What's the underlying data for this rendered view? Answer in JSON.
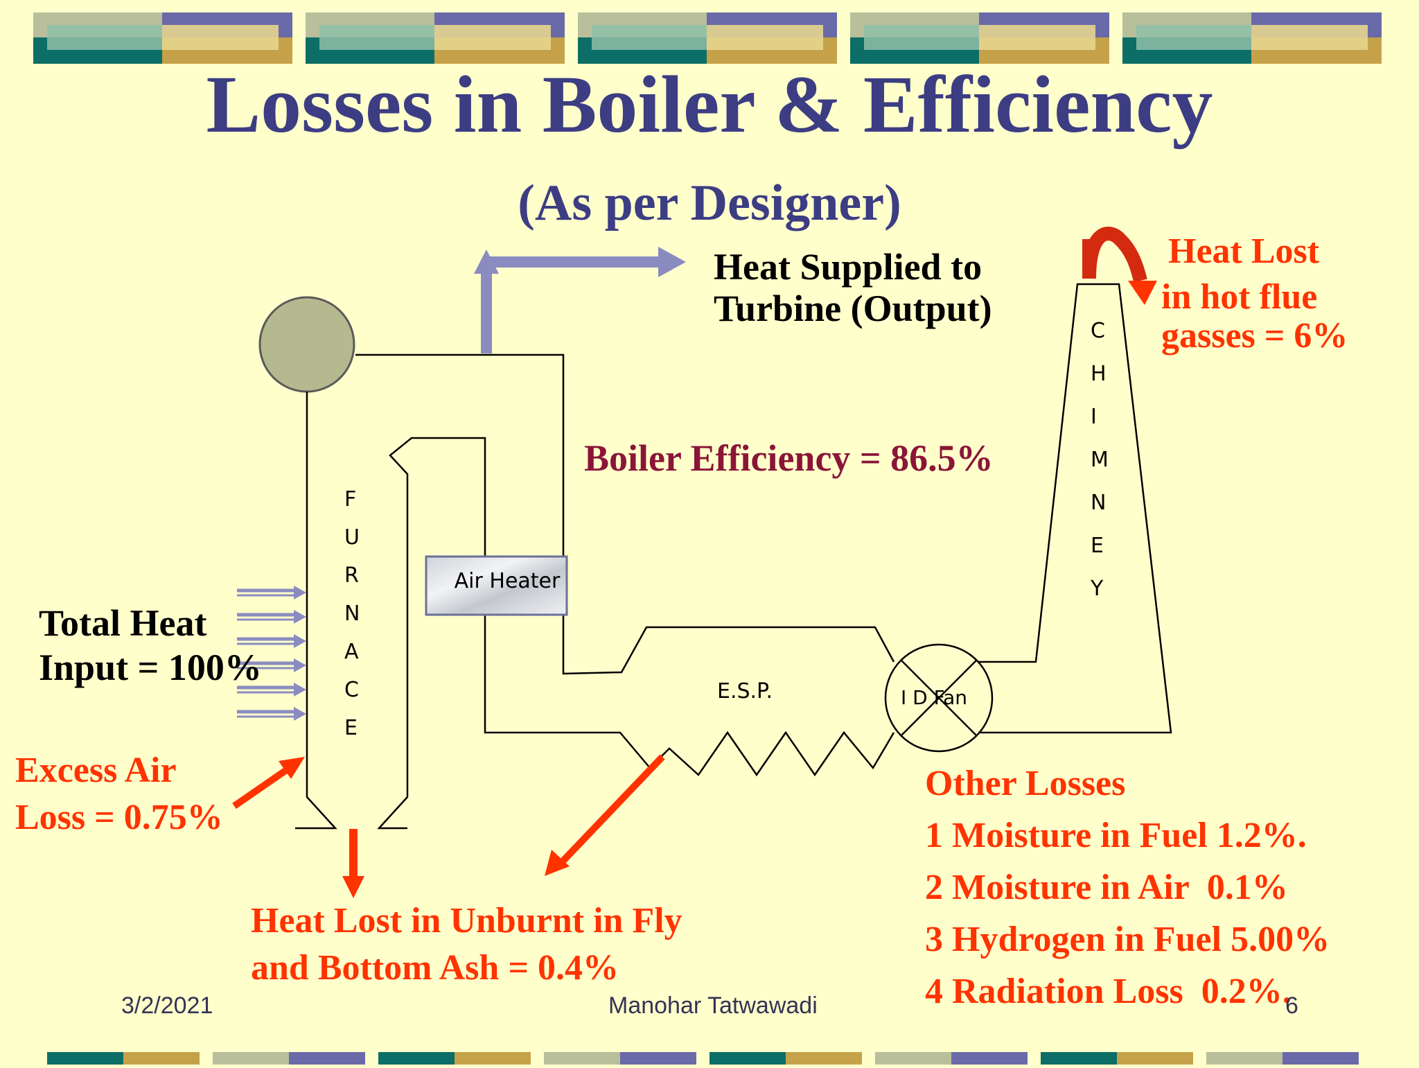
{
  "title": "Losses in Boiler & Efficiency",
  "subtitle": "(As per Designer)",
  "heat_supplied": {
    "line1": "Heat Supplied to",
    "line2": "Turbine (Output)"
  },
  "boiler_efficiency": "Boiler Efficiency = 86.5%",
  "total_heat_input": {
    "line1": "Total Heat",
    "line2": "Input = 100%"
  },
  "excess_air_loss": {
    "line1": "Excess Air",
    "line2": "Loss = 0.75%"
  },
  "flue_gas_loss": {
    "line1": "Heat Lost",
    "line2": "in hot flue",
    "line3": "gasses = 6%"
  },
  "ash_loss": {
    "line1": "Heat Lost in Unburnt in Fly",
    "line2": "and Bottom Ash = 0.4%"
  },
  "other_losses": {
    "heading": "Other Losses",
    "items": [
      "1 Moisture in Fuel 1.2%.",
      "2 Moisture in Air  0.1%",
      "3 Hydrogen in Fuel 5.00%",
      "4 Radiation Loss  0.2%."
    ]
  },
  "components": {
    "furnace": [
      "F",
      "U",
      "R",
      "N",
      "A",
      "C",
      "E"
    ],
    "chimney": [
      "C",
      "H",
      "I",
      "M",
      "N",
      "E",
      "Y"
    ],
    "air_heater": "Air Heater",
    "esp": "E.S.P.",
    "id_fan": "I D Fan"
  },
  "footer": {
    "date": "3/2/2021",
    "author": "Manohar Tatwawadi",
    "page": "6"
  },
  "colors": {
    "title": "#3c3d83",
    "loss_text": "#ff3300",
    "efficiency_text": "#8b1538",
    "arrow_steam": "#8a8cc0",
    "background": "#ffffcc"
  }
}
